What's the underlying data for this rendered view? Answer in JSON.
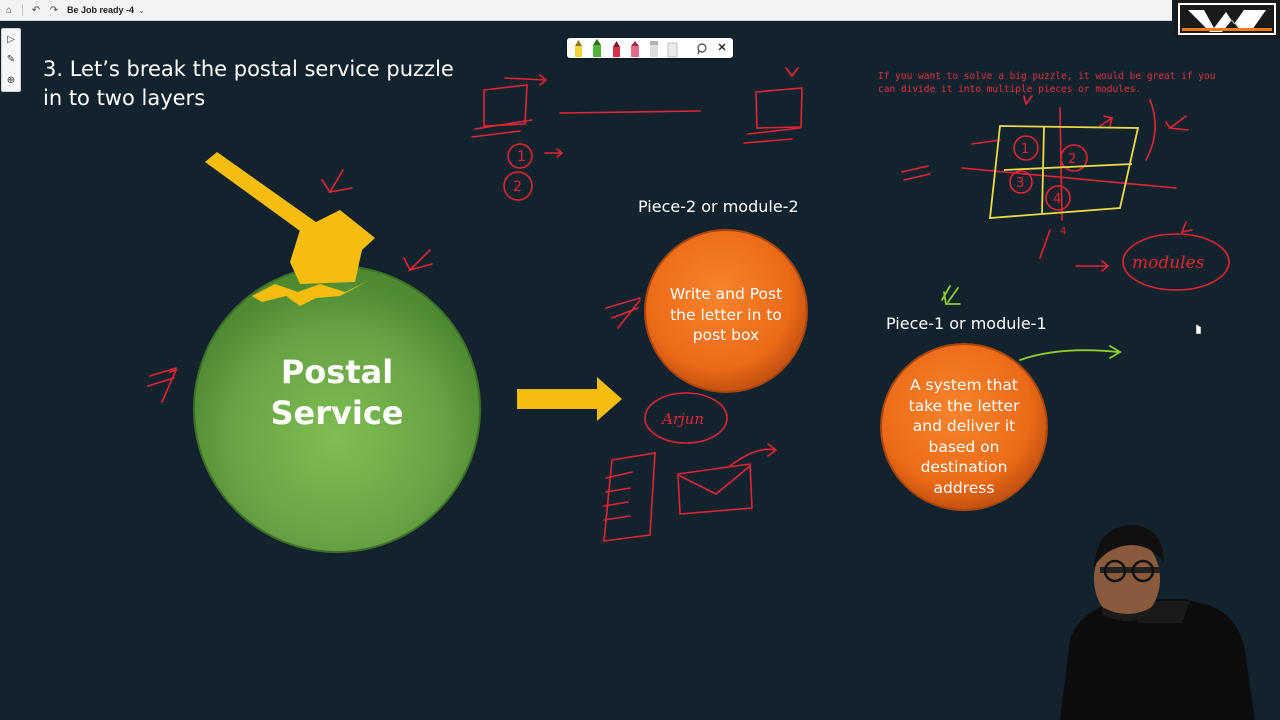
{
  "window": {
    "document_title": "Be Job ready -4"
  },
  "slide": {
    "title_line1": "3. Let’s break the postal service puzzle",
    "title_line2": "in to two layers",
    "postal_label_line1": "Postal",
    "postal_label_line2": "Service",
    "module2_caption": "Piece-2 or module-2",
    "module2_text": [
      "Write and Post",
      "the letter in to",
      "post box"
    ],
    "module1_caption": "Piece-1 or module-1",
    "module1_text": [
      "A system that",
      "take the letter",
      "and deliver it",
      "based on",
      "destination",
      "address"
    ]
  },
  "annotations": {
    "red_note": "If you want to solve a big puzzle, it would be great if you can divide it into multiple pieces or modules.",
    "grid_numbers": [
      "1",
      "2",
      "3",
      "4"
    ],
    "modules_word": "modules",
    "arjun_word": "Arjun",
    "small_numbers": [
      "1",
      "2"
    ],
    "number_four": "4"
  },
  "colors": {
    "background": "#13232e",
    "green_sphere": "#6ea84a",
    "orange_circle": "#ee6f1c",
    "hammer_yellow": "#f5bd10",
    "ink_red": "#e02535",
    "ink_yellow": "#ecd84a",
    "ink_green": "#8ccd2c"
  },
  "icons": [
    "home-icon",
    "undo-icon",
    "redo-icon",
    "pointer-icon",
    "pen-icon",
    "plus-circle-icon",
    "lasso-icon",
    "close-icon",
    "hammer-icon",
    "arrow-right-icon"
  ]
}
